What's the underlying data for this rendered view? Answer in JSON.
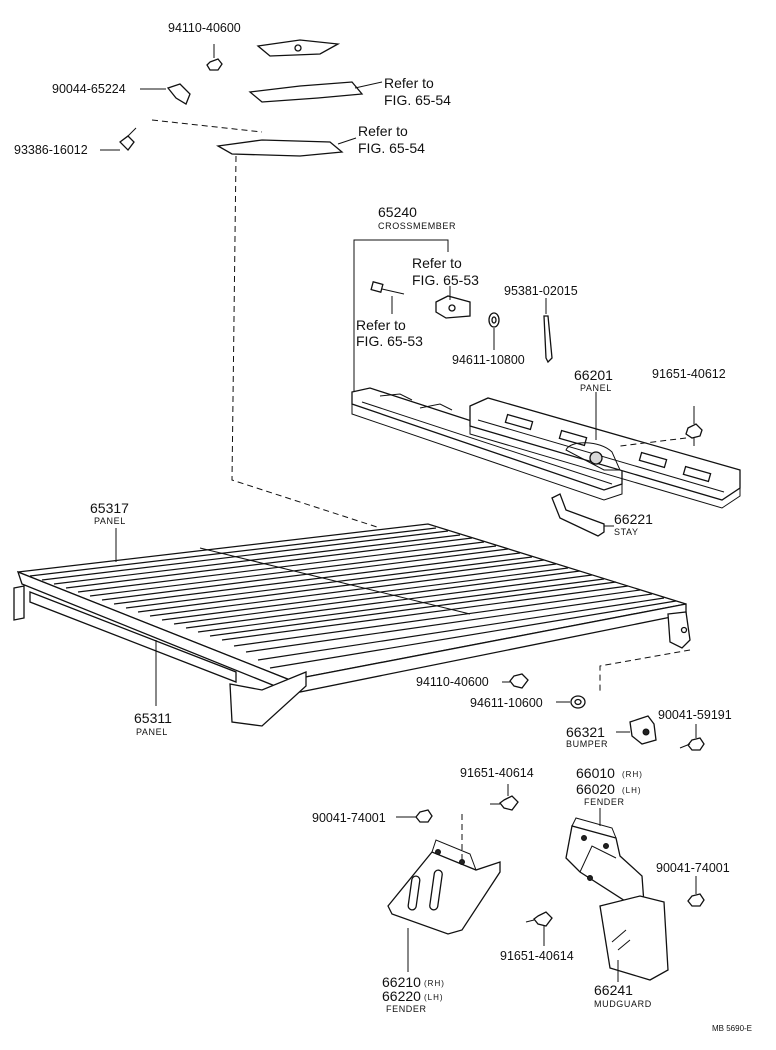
{
  "diagram": {
    "parts": {
      "nut_top": {
        "number": "94110-40600"
      },
      "clip_top": {
        "number": "90044-65224"
      },
      "screw_top": {
        "number": "93386-16012"
      },
      "ref_a": {
        "line1": "Refer to",
        "line2": "FIG. 65-54"
      },
      "ref_b": {
        "line1": "Refer to",
        "line2": "FIG. 65-54"
      },
      "crossmember": {
        "number": "65240",
        "name": "CROSSMEMBER"
      },
      "ref_c": {
        "line1": "Refer to",
        "line2": "FIG. 65-53"
      },
      "ref_d": {
        "line1": "Refer to",
        "line2": "FIG. 65-53"
      },
      "pin": {
        "number": "95381-02015"
      },
      "washer_mid": {
        "number": "94611-10800"
      },
      "panel_66201": {
        "number": "66201",
        "name": "PANEL"
      },
      "bolt_91651_a": {
        "number": "91651-40612"
      },
      "panel_65317": {
        "number": "65317",
        "name": "PANEL"
      },
      "stay": {
        "number": "66221",
        "name": "STAY"
      },
      "nut_mid": {
        "number": "94110-40600"
      },
      "washer_low": {
        "number": "94611-10600"
      },
      "panel_65311": {
        "number": "65311",
        "name": "PANEL"
      },
      "bumper": {
        "number": "66321",
        "name": "BUMPER"
      },
      "bolt_90041": {
        "number": "90041-59191"
      },
      "bolt_91651_b": {
        "number": "91651-40614"
      },
      "fender_rh_lh_right": {
        "number_rh": "66010",
        "number_lh": "66020",
        "rh": "(RH)",
        "lh": "(LH)",
        "name": "FENDER"
      },
      "nut_90041_left": {
        "number": "90041-74001"
      },
      "nut_90041_right": {
        "number": "90041-74001"
      },
      "bolt_91651_c": {
        "number": "91651-40614"
      },
      "fender_left": {
        "number_rh": "66210",
        "number_lh": "66220",
        "rh": "(RH)",
        "lh": "(LH)",
        "name": "FENDER"
      },
      "mudguard": {
        "number": "66241",
        "name": "MUDGUARD"
      }
    },
    "footer_code": "MB 5690-E"
  }
}
